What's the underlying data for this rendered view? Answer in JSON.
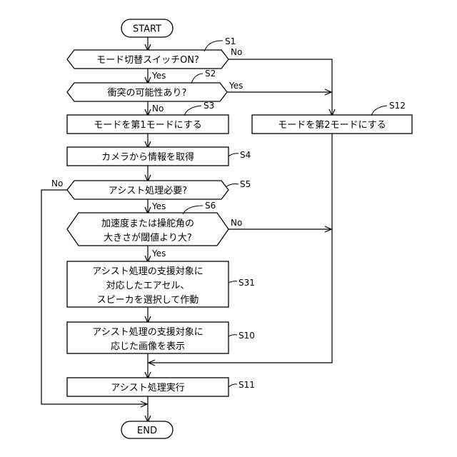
{
  "terminals": {
    "start": "START",
    "end": "END"
  },
  "nodes": {
    "s1": {
      "step": "S1",
      "lines": [
        "モード切替スイッチON?"
      ]
    },
    "s2": {
      "step": "S2",
      "lines": [
        "衝突の可能性あり?"
      ]
    },
    "s3": {
      "step": "S3",
      "lines": [
        "モードを第1モードにする"
      ]
    },
    "s4": {
      "step": "S4",
      "lines": [
        "カメラから情報を取得"
      ]
    },
    "s5": {
      "step": "S5",
      "lines": [
        "アシスト処理必要?"
      ]
    },
    "s6": {
      "step": "S6",
      "lines": [
        "加速度または操舵角の",
        "大きさが閾値より大?"
      ]
    },
    "s31": {
      "step": "S31",
      "lines": [
        "アシスト処理の支援対象に",
        "対応したエアセル、",
        "スピーカを選択して作動"
      ]
    },
    "s10": {
      "step": "S10",
      "lines": [
        "アシスト処理の支援対象に",
        "応じた画像を表示"
      ]
    },
    "s11": {
      "step": "S11",
      "lines": [
        "アシスト処理実行"
      ]
    },
    "s12": {
      "step": "S12",
      "lines": [
        "モードを第2モードにする"
      ]
    }
  },
  "branches": {
    "yes": "Yes",
    "no": "No"
  }
}
